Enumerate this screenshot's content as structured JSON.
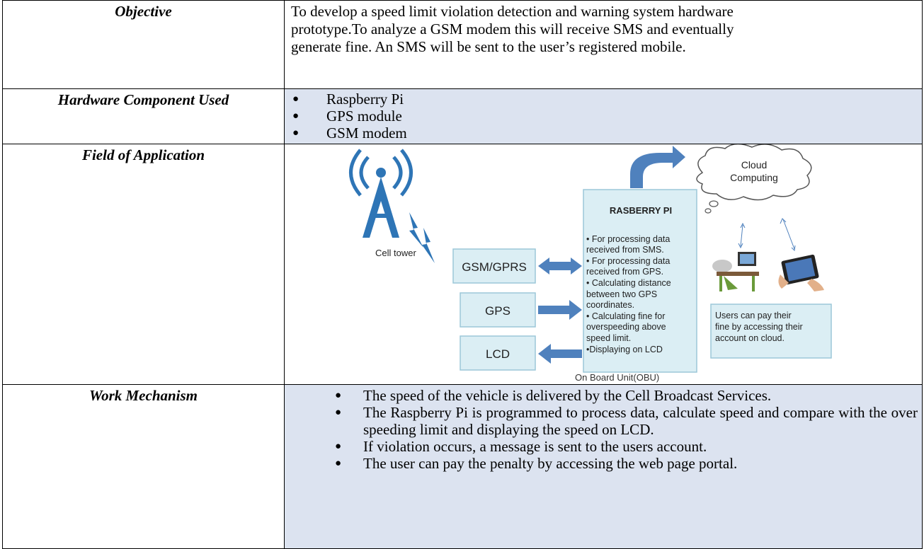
{
  "rows": {
    "objective": {
      "label": "Objective",
      "lines": [
        "To develop a speed limit violation detection and warning system hardware",
        "prototype.To analyze a GSM modem this will receive SMS and eventually",
        "generate fine. An SMS will be sent to the user’s registered mobile."
      ]
    },
    "hardware": {
      "label": "Hardware Component Used",
      "items": [
        "Raspberry Pi",
        "GPS module",
        "GSM modem"
      ]
    },
    "field": {
      "label": "Field of Application",
      "diagram": {
        "cloud_line1": "Cloud",
        "cloud_line2": "Computing",
        "cell_tower": "Cell tower",
        "gsm": "GSM/GPRS",
        "gps": "GPS",
        "lcd": "LCD",
        "rpi_title": "RASBERRY PI",
        "rpi_lines": [
          "• For processing data",
          "received from SMS.",
          "• For processing data",
          "received from GPS.",
          "• Calculating distance",
          "between two GPS",
          "coordinates.",
          "• Calculating fine for",
          "overspeeding above",
          "speed limit.",
          "•Displaying on LCD"
        ],
        "users_lines": [
          "Users can pay their",
          "fine by accessing their",
          "account on cloud."
        ],
        "obu": "On Board Unit(OBU)"
      }
    },
    "work": {
      "label": "Work Mechanism",
      "items": [
        "The speed of the vehicle is delivered by the Cell Broadcast Services.",
        "The Raspberry Pi is programmed to process data, calculate speed and compare with the over speeding limit and displaying the speed on LCD.",
        "If violation occurs, a message is sent to the users account.",
        "The user can pay the penalty by accessing the web page portal."
      ]
    }
  },
  "colors": {
    "row_shade": "#dce3f0",
    "box_fill": "#dbeef4",
    "box_stroke": "#9cc7d8",
    "arrow_blue": "#4f81bd",
    "tower_blue": "#2e75b6"
  }
}
